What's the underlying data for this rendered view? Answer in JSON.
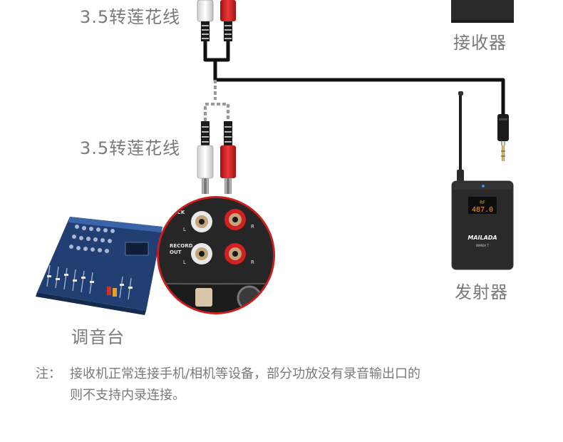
{
  "labels": {
    "rca_cable_top": "3.5转莲花线",
    "rca_cable_mid": "3.5转莲花线",
    "receiver": "接收器",
    "transmitter": "发射器",
    "mixer": "调音台"
  },
  "mixer_closeup": {
    "jack_label_top": "BACK",
    "jack_label_record": "RECORD",
    "jack_label_out": "OUT",
    "channel_left": "L",
    "channel_right": "R"
  },
  "transmitter_device": {
    "brand": "MAILADA",
    "model": "WM8X T",
    "display_readout": "487.0",
    "display_indicator": "RF"
  },
  "note": {
    "prefix": "注：",
    "line1": "接收机正常连接手机/相机等设备，部分功放没有录音输出口的",
    "line2": "则不支持内录连接。"
  },
  "colors": {
    "label_gray": "#7a7a7a",
    "cable_black": "#111111",
    "rca_red": "#d42020",
    "device_body": "#2a2a2a",
    "mixer_blue": "#2a4f8a",
    "closeup_ring": "#c81e1e",
    "display_amber": "#ff9a1a"
  }
}
